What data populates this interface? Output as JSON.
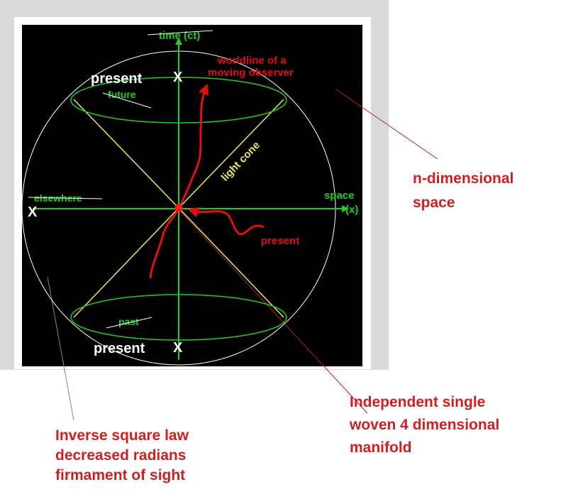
{
  "diagram": {
    "labels": {
      "time_axis": "time (ct)",
      "space_axis_line1": "space",
      "space_axis_line2": "(x)",
      "worldline_line1": "worldline of a",
      "worldline_line2": "moving observer",
      "light_cone": "light cone",
      "future": "future",
      "past": "past",
      "elsewhere": "elsewhere",
      "present_pointer": "present",
      "present_top": "present",
      "present_bottom": "present",
      "x_marker_top": "X",
      "x_marker_bottom": "X",
      "x_marker_left": "X"
    },
    "colors": {
      "background": "#000000",
      "axes": "#22cc22",
      "cone": "#e8e85a",
      "worldline": "#e01010",
      "sphere": "#ffffff",
      "annotation": "#d01f1f",
      "pointer": "#b02020"
    }
  },
  "annotations": {
    "n_dimensional": "n-dimensional\nspace",
    "manifold": "Independent single\nwoven 4 dimensional\nmanifold",
    "inverse_square": "Inverse square law\ndecreased radians\nfirmament of sight"
  }
}
